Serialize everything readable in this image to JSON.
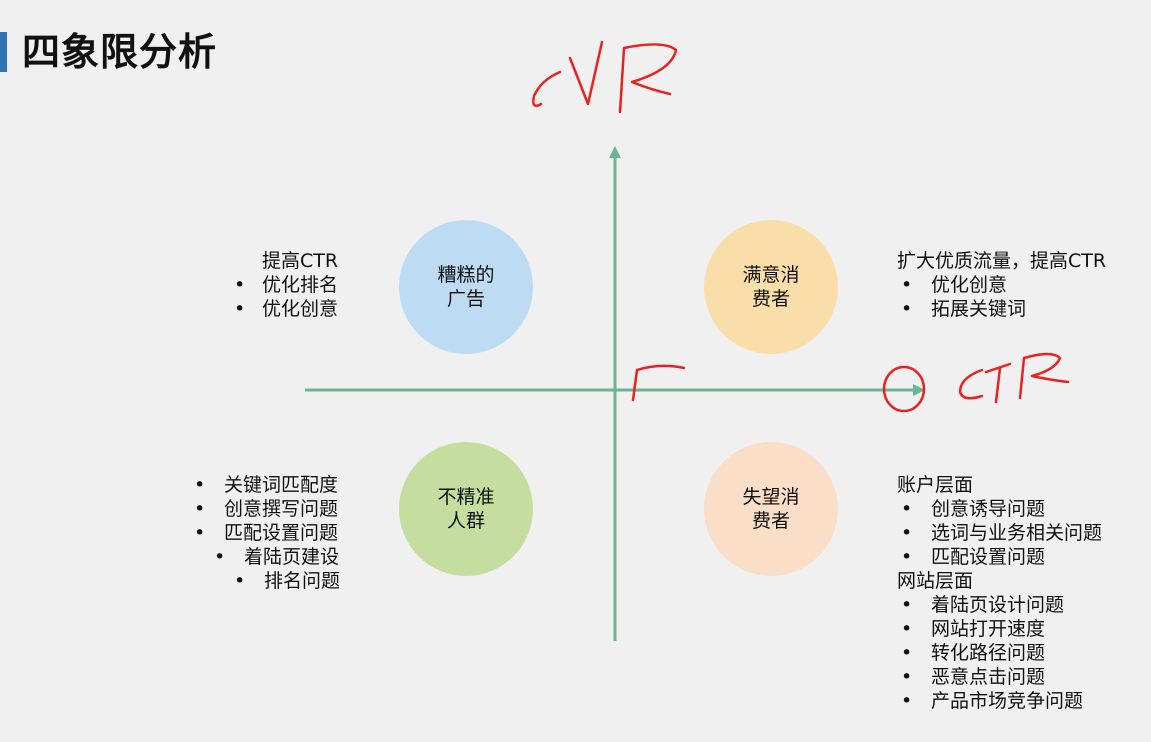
{
  "page": {
    "title": "四象限分析"
  },
  "colors": {
    "title_bar": "#2e74b5",
    "axis": "#6ab592",
    "ink": "#e8231f",
    "circle_bad": "#bddcf3",
    "circle_happy": "#f9deaa",
    "circle_imprecise": "#c5dea0",
    "circle_disappointed": "#fadec8"
  },
  "quadrants": {
    "top_left": {
      "circle_line1": "糟糕的",
      "circle_line2": "广告",
      "heading": "提高CTR",
      "items": [
        "优化排名",
        "优化创意"
      ]
    },
    "top_right": {
      "circle_line1": "满意消",
      "circle_line2": "费者",
      "heading": "扩大优质流量，提高CTR",
      "items": [
        "优化创意",
        "拓展关键词"
      ]
    },
    "bottom_left": {
      "circle_line1": "不精准",
      "circle_line2": "人群",
      "items": [
        "关键词匹配度",
        "创意撰写问题",
        "匹配设置问题",
        "着陆页建设",
        "排名问题"
      ]
    },
    "bottom_right": {
      "circle_line1": "失望消",
      "circle_line2": "费者",
      "group1_heading": "账户层面",
      "group1_items": [
        "创意诱导问题",
        "选词与业务相关问题",
        "匹配设置问题"
      ],
      "group2_heading": "网站层面",
      "group2_items": [
        "着陆页设计问题",
        "网站打开速度",
        "转化路径问题",
        "恶意点击问题",
        "产品市场竞争问题"
      ]
    }
  },
  "bullet_char": "•"
}
